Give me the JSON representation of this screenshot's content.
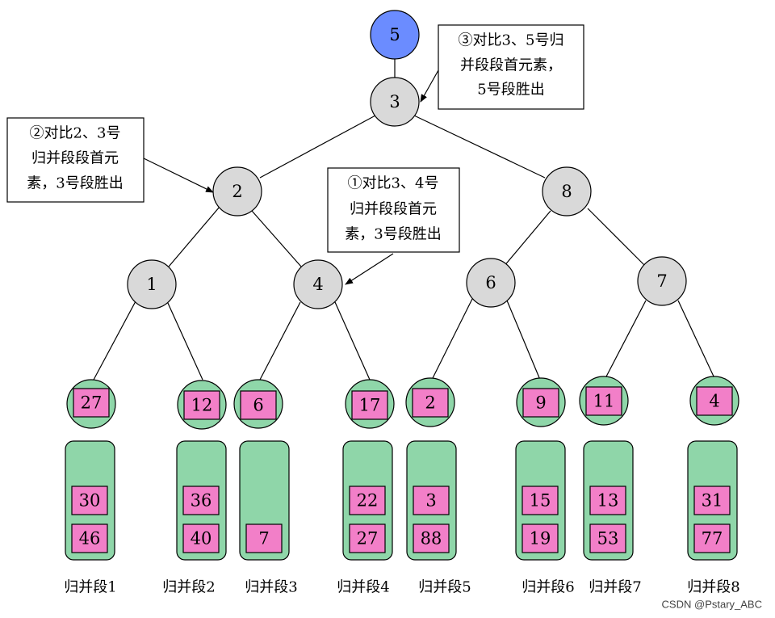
{
  "tree_nodes": {
    "root": "5",
    "n3": "3",
    "n2": "2",
    "n8": "8",
    "n1": "1",
    "n4": "4",
    "n6": "6",
    "n7": "7"
  },
  "segments": [
    {
      "label": "归并段1",
      "head": "27",
      "rest": [
        "30",
        "46"
      ]
    },
    {
      "label": "归并段2",
      "head": "12",
      "rest": [
        "36",
        "40"
      ]
    },
    {
      "label": "归并段3",
      "head": "6",
      "rest": [
        "7"
      ]
    },
    {
      "label": "归并段4",
      "head": "17",
      "rest": [
        "22",
        "27"
      ]
    },
    {
      "label": "归并段5",
      "head": "2",
      "rest": [
        "3",
        "88"
      ]
    },
    {
      "label": "归并段6",
      "head": "9",
      "rest": [
        "15",
        "19"
      ]
    },
    {
      "label": "归并段7",
      "head": "11",
      "rest": [
        "13",
        "53"
      ]
    },
    {
      "label": "归并段8",
      "head": "4",
      "rest": [
        "31",
        "77"
      ]
    }
  ],
  "annotations": {
    "a1": [
      "①对比3、4号",
      "归并段段首元",
      "素，3号段胜出"
    ],
    "a2": [
      "②对比2、3号",
      "归并段段首元",
      "素，3号段胜出"
    ],
    "a3": [
      "③对比3、5号归",
      "并段段首元素，",
      "5号段胜出"
    ]
  },
  "watermark": "CSDN @Pstary_ABC",
  "colors": {
    "winner_fill": "#6b8cff",
    "node_fill": "#d9d9d9",
    "leaf_fill": "#8fd6a9",
    "element_fill": "#f27fc8",
    "stroke": "#000000"
  }
}
